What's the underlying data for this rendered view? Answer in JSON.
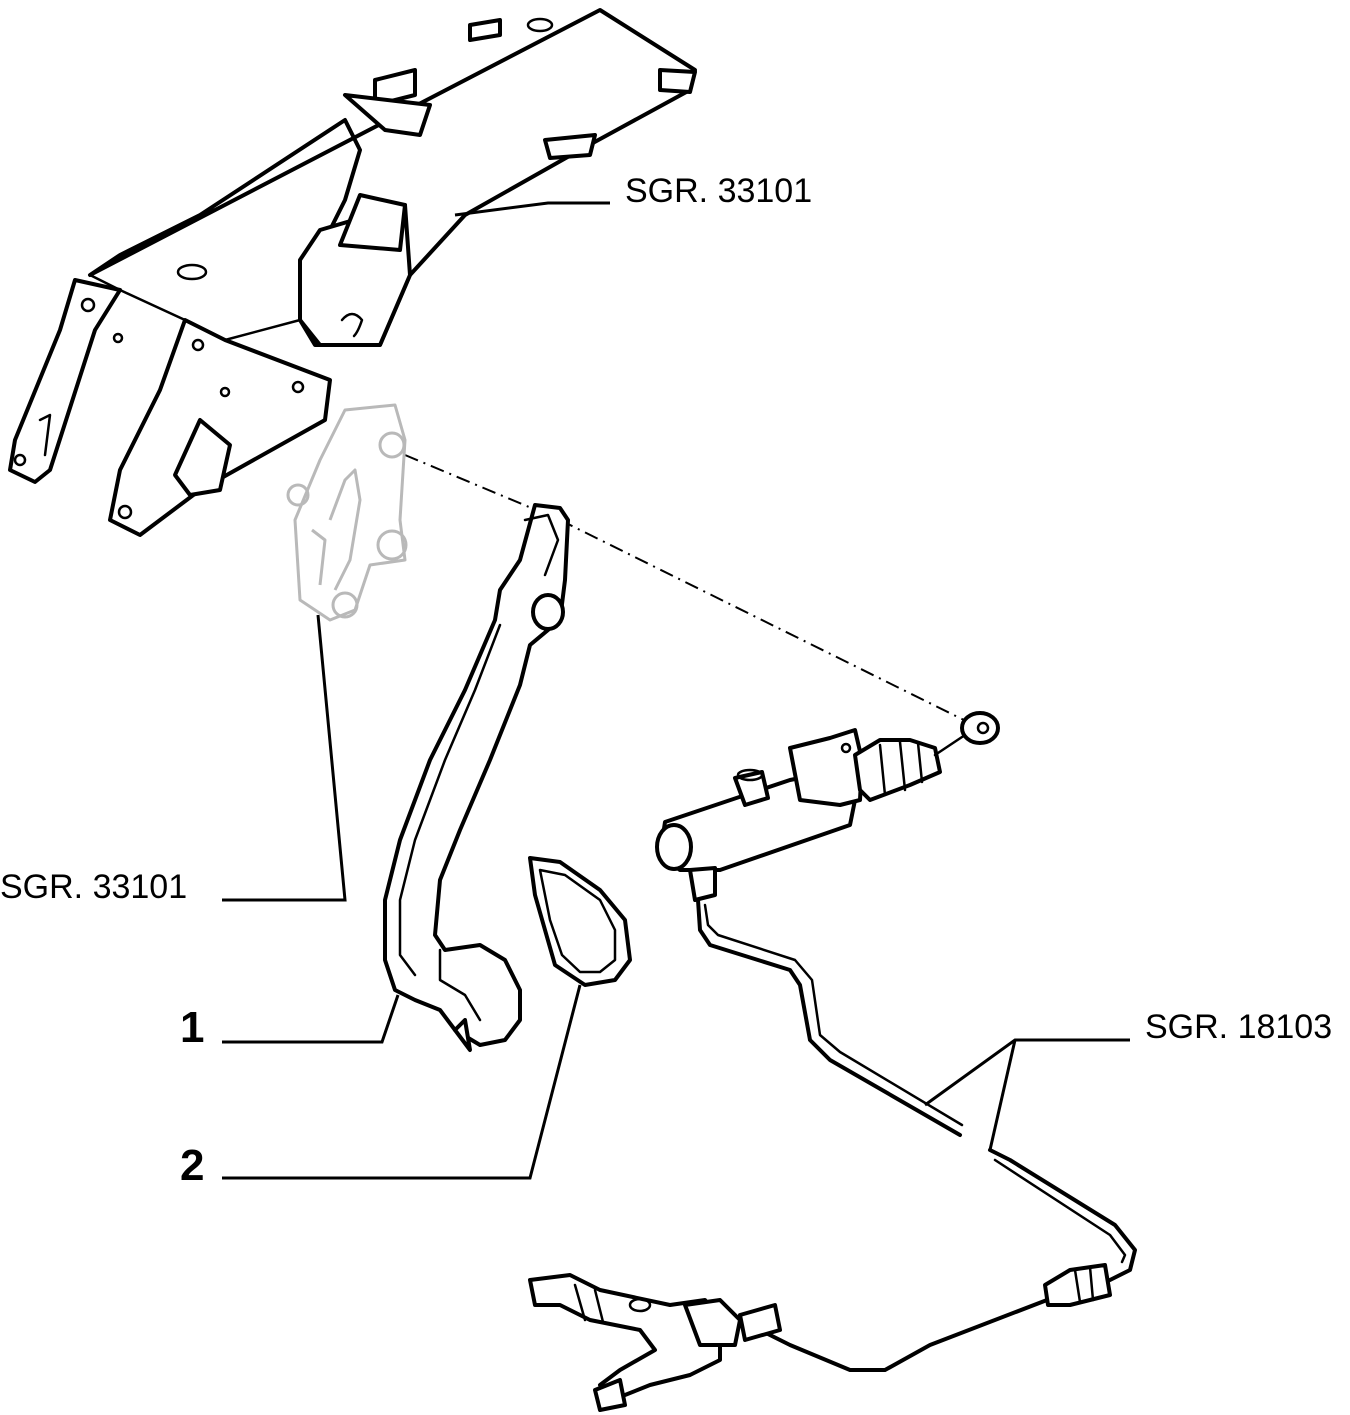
{
  "callouts": {
    "ref_frame": "SGR. 33101",
    "ref_bracket": "SGR. 33101",
    "ref_hydraulic": "SGR. 18103",
    "item_1": "1",
    "item_2": "2"
  },
  "colors": {
    "line": "#000000",
    "ghost": "#b9b9b9",
    "background": "#ffffff"
  }
}
